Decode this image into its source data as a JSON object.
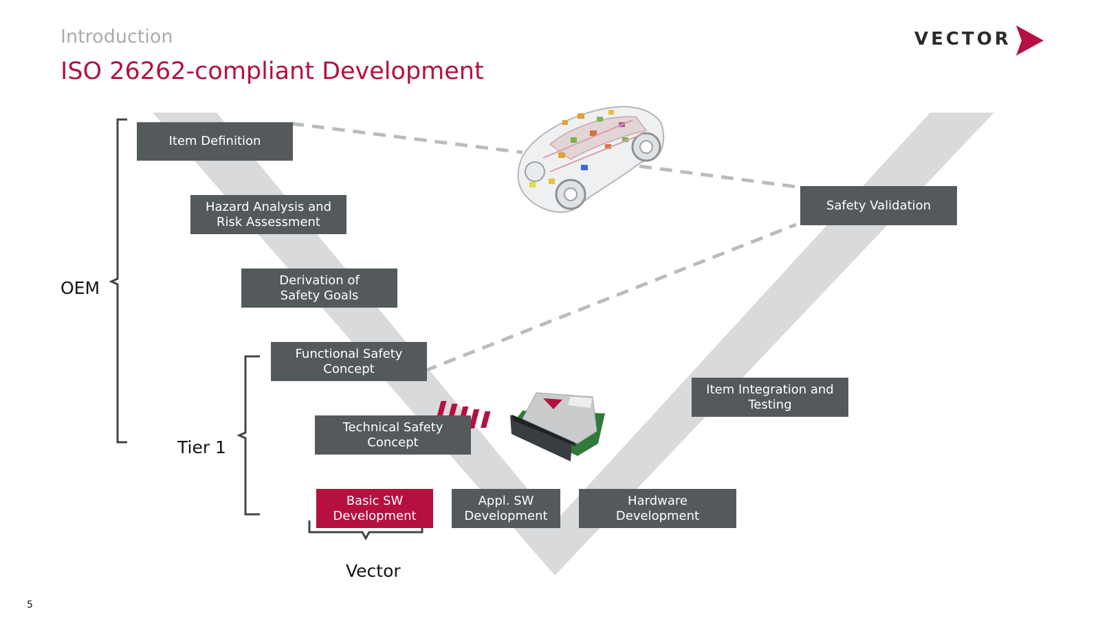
{
  "header": {
    "section": "Introduction",
    "title": "ISO 26262-compliant Development",
    "logo_text": "VECTOR"
  },
  "left_boxes": [
    "Item Definition",
    "Hazard Analysis and\nRisk Assessment",
    "Derivation of\nSafety Goals",
    "Functional Safety\nConcept",
    "Technical Safety\nConcept"
  ],
  "bottom_boxes": [
    "Basic SW\nDevelopment",
    "Appl. SW\nDevelopment",
    "Hardware\nDevelopment"
  ],
  "right_boxes": [
    "Item Integration and\nTesting",
    "Safety Validation"
  ],
  "groups": {
    "oem": "OEM",
    "tier1": "Tier 1",
    "vector": "Vector"
  },
  "page_number": "5",
  "colors": {
    "accent": "#b5103f",
    "box": "#545a5c",
    "v_shape": "#d8dadc",
    "section": "#a9abad"
  }
}
